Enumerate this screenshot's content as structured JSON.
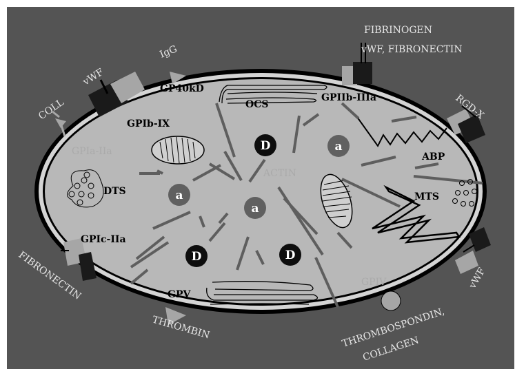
{
  "labels": {
    "igg": "IgG",
    "vwf_top": "vWF",
    "coll": "COLL",
    "gp40kd": "GP40kD",
    "ocs": "OCS",
    "gpiib_iiia": "GPIIb-IIIa",
    "fibrinogen": "FIBRINOGEN",
    "vwf_fibronectin": "vWF,   FIBRONECTIN",
    "rgdx": "RGD-X",
    "gpib_ix": "GPIb-IX",
    "gpia_iia": "GPIa-IIa",
    "abp": "ABP",
    "actin": "ACTIN",
    "dts": "DTS",
    "mts": "MTS",
    "gpic_iia": "GPIc-IIa",
    "fibronectin_left": "FIBRONECTIN",
    "gpv": "GPV",
    "thrombin": "THROMBIN",
    "gpiv": "GPIV",
    "thrombospondin": "THROMBOSPONDIN,",
    "collagen": "COLLAGEN",
    "vwf_right": "vWF"
  },
  "granules": {
    "dense": "D",
    "alpha": "a"
  },
  "colors": {
    "background": "#545454",
    "cell_fill": "#b8b8b8",
    "outline": "#000000",
    "receptor_light": "#a6a6a6",
    "receptor_dark": "#1a1a1a",
    "granule_alpha": "#606060",
    "granule_dense": "#0d0d0d",
    "filament": "#5e5e5e",
    "text_light": "#e6e6e6",
    "text_gray": "#a8a8a8"
  }
}
